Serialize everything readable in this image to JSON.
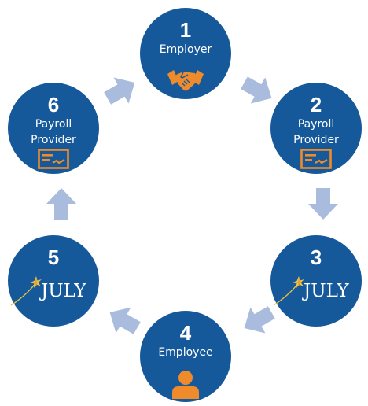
{
  "colors": {
    "circle": "#16599b",
    "arrow": "#a9bcdd",
    "icon": "#ef8b2a",
    "text": "#ffffff"
  },
  "nodes": [
    {
      "number": "1",
      "label_lines": [
        "Employer"
      ],
      "icon": "handshake-icon"
    },
    {
      "number": "2",
      "label_lines": [
        "Payroll",
        "Provider"
      ],
      "icon": "check-icon"
    },
    {
      "number": "3",
      "label_lines": [],
      "icon": "july-logo",
      "logo_text": "JULY"
    },
    {
      "number": "4",
      "label_lines": [
        "Employee"
      ],
      "icon": "person-icon"
    },
    {
      "number": "5",
      "label_lines": [],
      "icon": "july-logo",
      "logo_text": "JULY"
    },
    {
      "number": "6",
      "label_lines": [
        "Payroll",
        "Provider"
      ],
      "icon": "check-icon"
    }
  ]
}
